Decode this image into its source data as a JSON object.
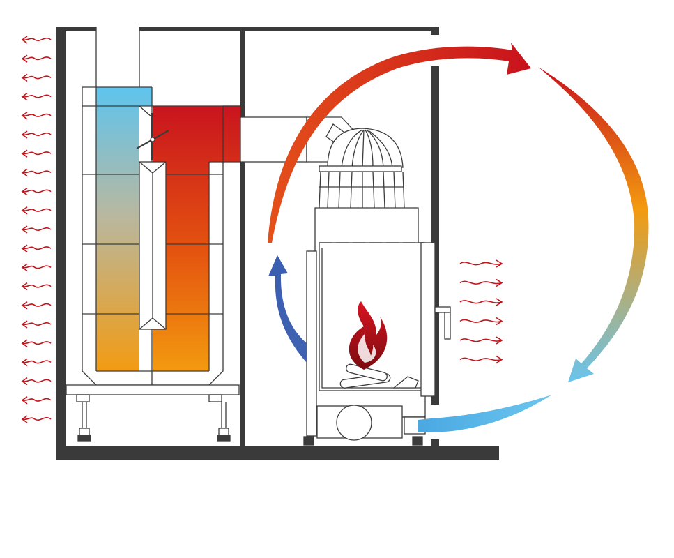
{
  "diagram": {
    "kind": "fireplace-heat-accumulator-cross-section",
    "colors": {
      "wall": "#3a3a3a",
      "outline": "#3c3c3c",
      "hot": "#c8141e",
      "warm": "#e8640a",
      "mid": "#f39a0f",
      "cool": "#6fc6ea",
      "cool_blue": "#3a5db0",
      "radiant_wave": "#c0151c"
    },
    "icons": {
      "radiant_heat_left": "wavy-arrow-left-icon",
      "radiant_heat_right": "wavy-arrow-right-icon",
      "flame": "flame-icon",
      "circulation": "circular-arrow-icon",
      "damper": "damper-icon"
    },
    "left_wave_count": 21,
    "right_wave_count": 6
  }
}
